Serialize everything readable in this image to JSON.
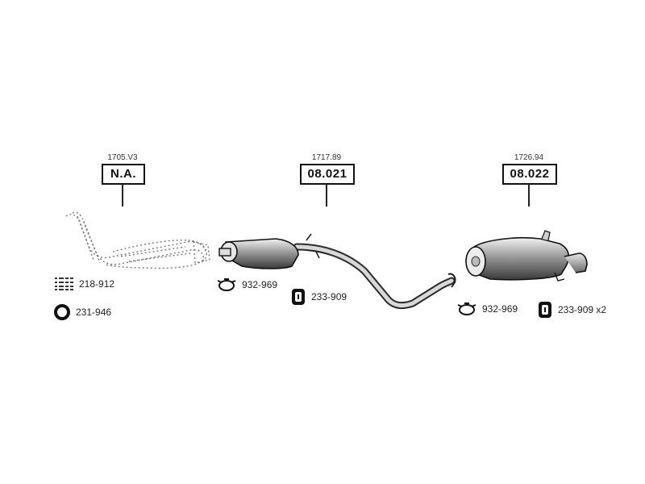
{
  "parts": [
    {
      "ref": "1705.V3",
      "code": "N.A."
    },
    {
      "ref": "1717.89",
      "code": "08.021"
    },
    {
      "ref": "1726.94",
      "code": "08.022"
    }
  ],
  "accessories": {
    "bolt_kit": "218-912",
    "gasket_ring": "231-946",
    "clamp_front": "932-969",
    "mount_front": "233-909",
    "clamp_rear": "932-969",
    "mount_rear": "233-909 x2"
  }
}
